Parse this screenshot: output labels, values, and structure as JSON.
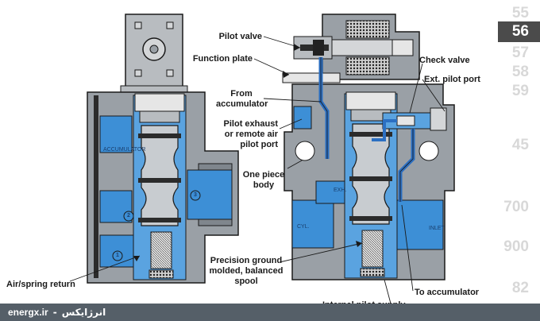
{
  "labels": {
    "pilot_valve": "Pilot valve",
    "function_plate": "Function plate",
    "from_accumulator_1": "From",
    "from_accumulator_2": "accumulator",
    "pilot_exhaust_1": "Pilot exhaust",
    "pilot_exhaust_2": "or remote air",
    "pilot_exhaust_3": "pilot port",
    "one_piece_1": "One piece",
    "one_piece_2": "body",
    "precision_1": "Precision ground",
    "precision_2": "molded, balanced",
    "precision_3": "spool",
    "air_spring_return": "Air/spring return",
    "check_valve": "Check valve",
    "ext_pilot_port": "Ext. pilot port",
    "to_accumulator": "To accumulator",
    "internal_pilot_supply": "Internal pilot supply"
  },
  "inner_labels": {
    "accumulator": "ACCUMULATOR",
    "port_1": "1",
    "port_2": "2",
    "port_3": "3",
    "exh": "EXH.",
    "cyl": "CYL.",
    "inlet": "INLET"
  },
  "page_index": {
    "items": [
      "55",
      "56",
      "57",
      "58",
      "59",
      "45",
      "700",
      "900",
      "82"
    ],
    "active": "56"
  },
  "footer": {
    "site": "energx.ir",
    "separator": "-",
    "site_fa": "انرژایکس"
  },
  "colors": {
    "body_gray": "#9aa0a6",
    "port_blue": "#3d8fd6",
    "pilot_blue": "#2b6fc2",
    "outline": "#1a1a1a",
    "page_index_gray": "#d8d8d8",
    "footer_bg": "#555f68"
  }
}
